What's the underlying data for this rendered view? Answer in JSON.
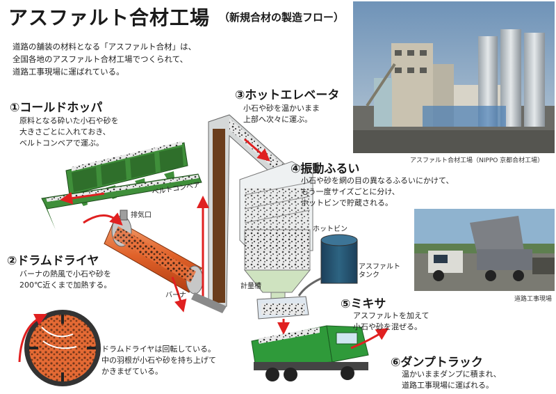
{
  "header": {
    "title": "アスファルト合材工場",
    "subtitle": "（新規合材の製造フロー）"
  },
  "intro": {
    "lines": [
      "道路の舗装の材料となる「アスファルト合材」は、",
      "全国各地のアスファルト合材工場でつくられて、",
      "道路工事現場に運ばれている。"
    ]
  },
  "steps": [
    {
      "number": "①",
      "title": "コールドホッパ",
      "lines": [
        "原料となる砕いた小石や砂を",
        "大きさごとに入れておき、",
        "ベルトコンベアで運ぶ。"
      ]
    },
    {
      "number": "②",
      "title": "ドラムドライヤ",
      "lines": [
        "バーナの熱風で小石や砂を",
        "200℃近くまで加熱する。"
      ]
    },
    {
      "number": "③",
      "title": "ホットエレベータ",
      "lines": [
        "小石や砂を温かいまま",
        "上部へ次々に運ぶ。"
      ]
    },
    {
      "number": "④",
      "title": "振動ふるい",
      "lines": [
        "小石や砂を網の目の異なるふるいにかけて、",
        "もう一度サイズごとに分け、",
        "ホットビンで貯蔵される。"
      ]
    },
    {
      "number": "⑤",
      "title": "ミキサ",
      "lines": [
        "アスファルトを加えて",
        "小石や砂を混ぜる。"
      ]
    },
    {
      "number": "⑥",
      "title": "ダンプトラック",
      "lines": [
        "温かいままダンプに積まれ、",
        "道路工事現場に運ばれる。"
      ]
    }
  ],
  "drum_note": {
    "lines": [
      "ドラムドライヤは回転している。",
      "中の羽根が小石や砂を持ち上げて",
      "かきまぜている。"
    ]
  },
  "labels": {
    "belt_conveyor": "ベルトコンベア",
    "exhaust": "排気口",
    "burner": "バーナ",
    "hot_bin": "ホットビン",
    "asphalt_tank": "アスファルト\nタンク",
    "weigh_tank": "計量槽"
  },
  "photos": {
    "plant_caption": "アスファルト合材工場（NIPPO 京都合材工場）",
    "site_caption": "道路工事現場"
  },
  "colors": {
    "flow_arrow": "#e02020",
    "conveyor_green": "#3f8f3a",
    "truck_green": "#2f9a3a",
    "drum_orange": "#e0622a",
    "elevator_brown": "#6b3d1c",
    "tank_navy": "#1c3f5a"
  }
}
